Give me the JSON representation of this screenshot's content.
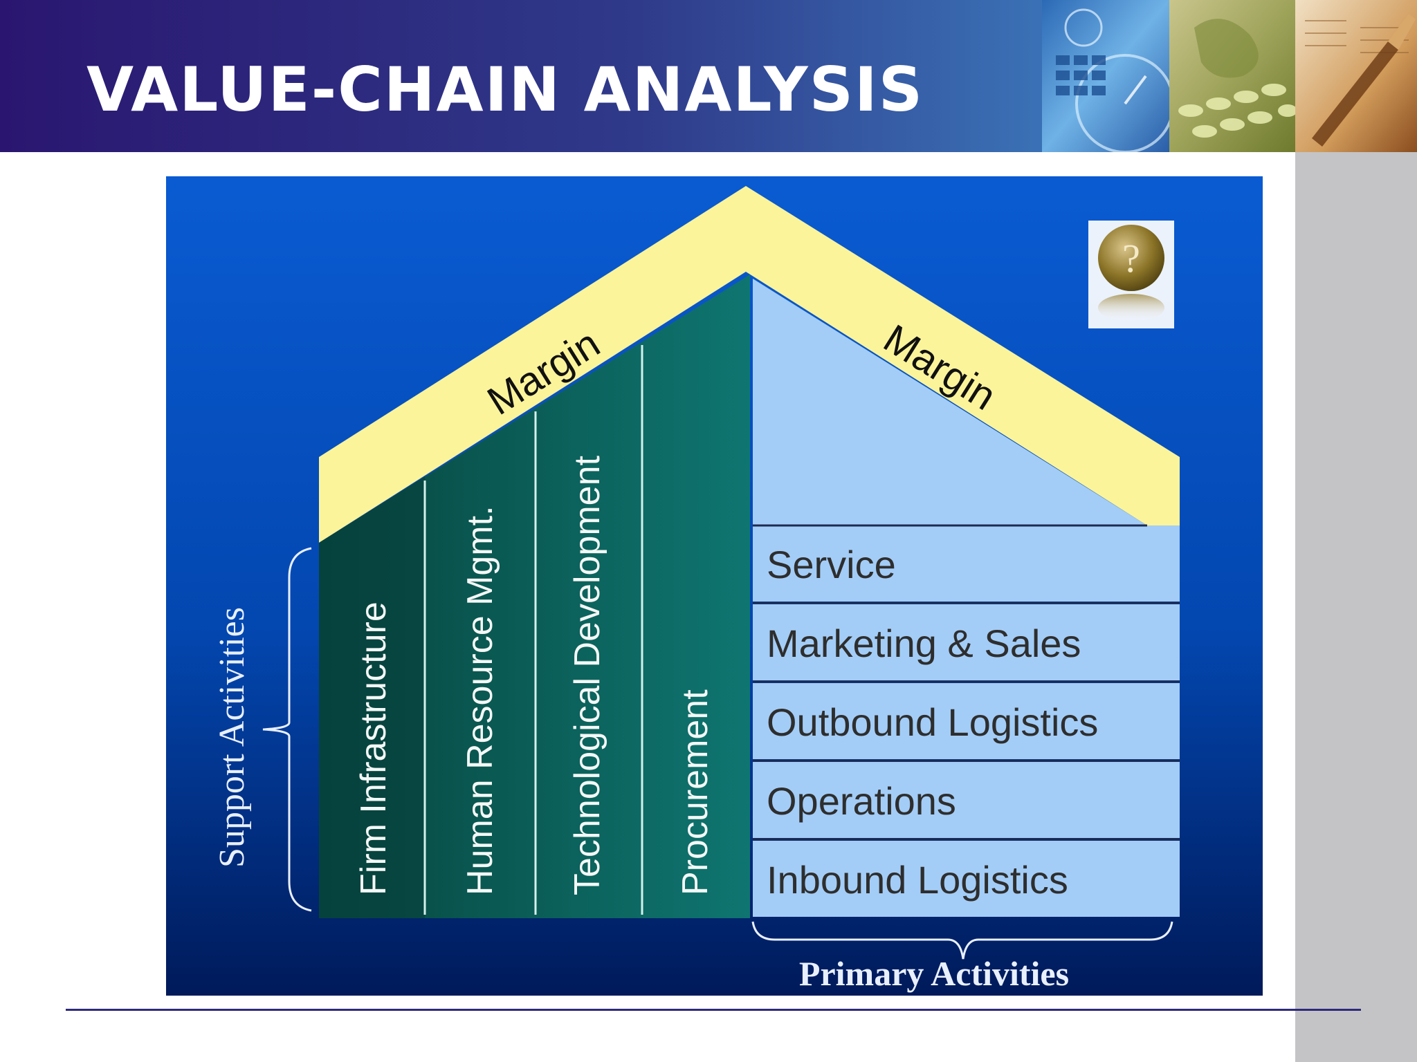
{
  "header": {
    "title": "VALUE-CHAIN ANALYSIS"
  },
  "diagram": {
    "margin_labels": [
      "Margin",
      "Margin"
    ],
    "support_activities_label": "Support Activities",
    "primary_activities_label": "Primary Activities",
    "support_activities": [
      "Firm Infrastructure",
      "Human Resource Mgmt.",
      "Technological Development",
      "Procurement"
    ],
    "primary_activities": [
      "Service",
      "Marketing & Sales",
      "Outbound Logistics",
      "Operations",
      "Inbound Logistics"
    ],
    "help_icon_glyph": "?"
  },
  "colors": {
    "header_start": "#2a1670",
    "header_end": "#3f80c4",
    "diagram_bg_top": "#0a5bd2",
    "diagram_bg_bottom": "#001a5a",
    "roof_yellow": "#fbf49a",
    "support_teal": "#0e6e6a",
    "primary_lightblue": "#a3cdf7",
    "rail_gray": "#c4c4c6",
    "rule_navy": "#2e2a7c"
  },
  "icons": {
    "help": "question-mark-orb-icon"
  }
}
